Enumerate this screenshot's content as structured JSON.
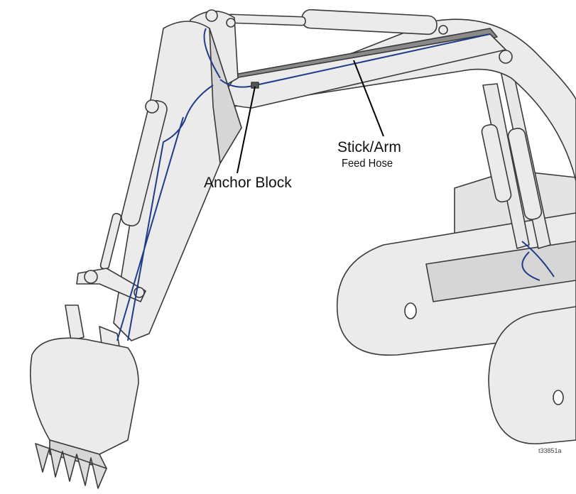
{
  "labels": {
    "anchor_block": "Anchor Block",
    "stick_arm": "Stick/Arm",
    "feed_hose": "Feed Hose",
    "figure_code": "t33851a"
  },
  "colors": {
    "body_fill": "#ebebeb",
    "body_shade": "#d6d6d6",
    "outline": "#3a3a3a",
    "hose": "#1f3c88",
    "leader": "#000000"
  }
}
